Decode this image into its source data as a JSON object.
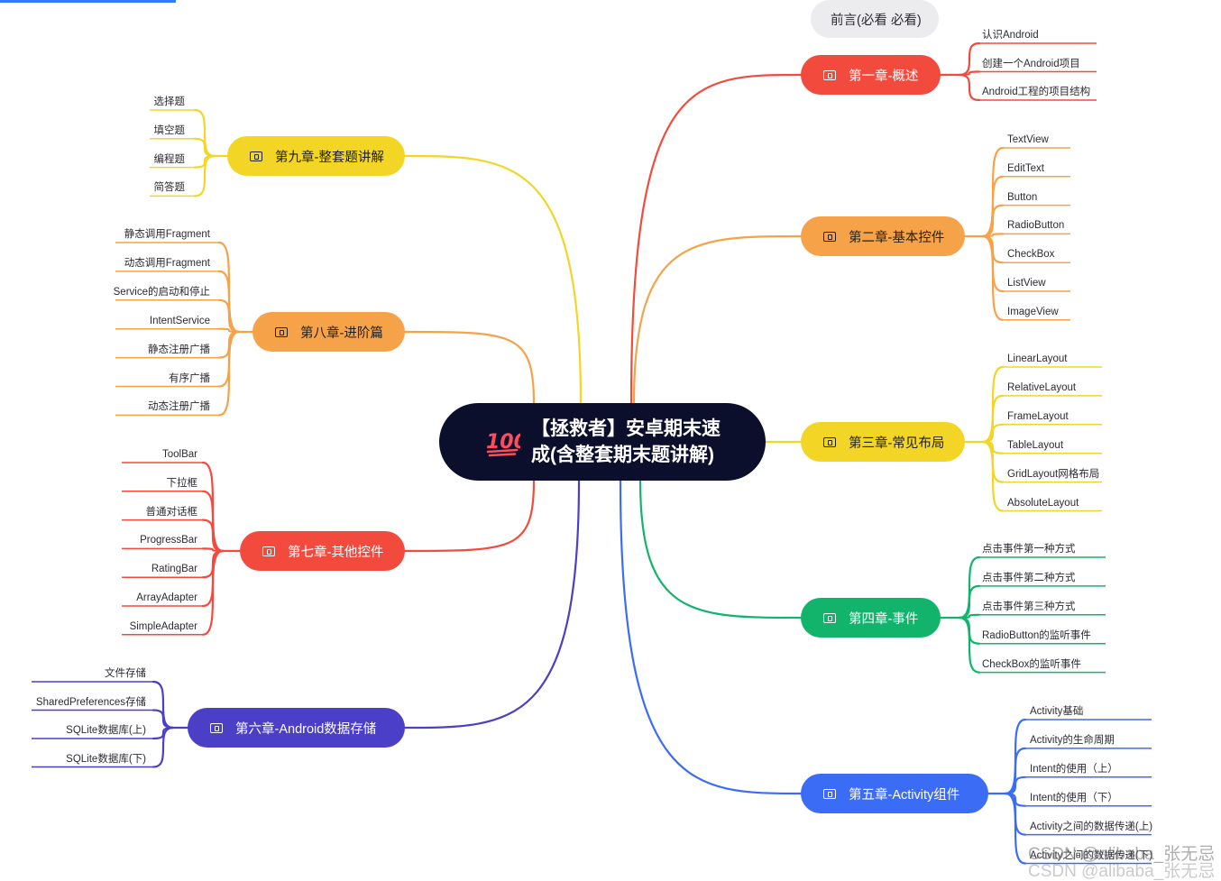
{
  "central_topic": {
    "emoji": "100-emoji",
    "line1": "【拯救者】安卓期末速",
    "line2": "成(含整套期末题讲解)"
  },
  "preface": "前言(必看 必看)",
  "chapters": [
    {
      "title": "第一章-概述",
      "color": "#f24b3e",
      "items": [
        "认识Android",
        "创建一个Android项目",
        "Android工程的项目结构"
      ]
    },
    {
      "title": "第二章-基本控件",
      "color": "#f6a249",
      "items": [
        "TextView",
        "EditText",
        "Button",
        "RadioButton",
        "CheckBox",
        "ListView",
        "ImageView"
      ]
    },
    {
      "title": "第三章-常见布局",
      "color": "#f3d526",
      "items": [
        "LinearLayout",
        "RelativeLayout",
        "FrameLayout",
        "TableLayout",
        "GridLayout网格布局",
        "AbsoluteLayout"
      ]
    },
    {
      "title": "第四章-事件",
      "color": "#12b46c",
      "items": [
        "点击事件第一种方式",
        "点击事件第二种方式",
        "点击事件第三种方式",
        "RadioButton的监听事件",
        "CheckBox的监听事件"
      ]
    },
    {
      "title": "第五章-Activity组件",
      "color": "#3b6cf6",
      "items": [
        "Activity基础",
        "Activity的生命周期",
        "Intent的使用（上）",
        "Intent的使用（下）",
        "Activity之间的数据传递(上)",
        "Activity之间的数据传递(下)"
      ]
    },
    {
      "title": "第六章-Android数据存储",
      "color": "#4b3fc7",
      "items": [
        "文件存储",
        "SharedPreferences存储",
        "SQLite数据库(上)",
        "SQLite数据库(下)"
      ]
    },
    {
      "title": "第七章-其他控件",
      "color": "#f24b3e",
      "items": [
        "ToolBar",
        "下拉框",
        "普通对话框",
        "ProgressBar",
        "RatingBar",
        "ArrayAdapter",
        "SimpleAdapter"
      ]
    },
    {
      "title": "第八章-进阶篇",
      "color": "#f6a249",
      "items": [
        "静态调用Fragment",
        "动态调用Fragment",
        "Service的启动和停止",
        "IntentService",
        "静态注册广播",
        "有序广播",
        "动态注册广播"
      ]
    },
    {
      "title": "第九章-整套题讲解",
      "color": "#f3d526",
      "items": [
        "选择题",
        "填空题",
        "编程题",
        "简答题"
      ]
    }
  ],
  "watermark": "CSDN @alibaba_张无忌",
  "icons": {
    "chapter": "folder-icon"
  }
}
